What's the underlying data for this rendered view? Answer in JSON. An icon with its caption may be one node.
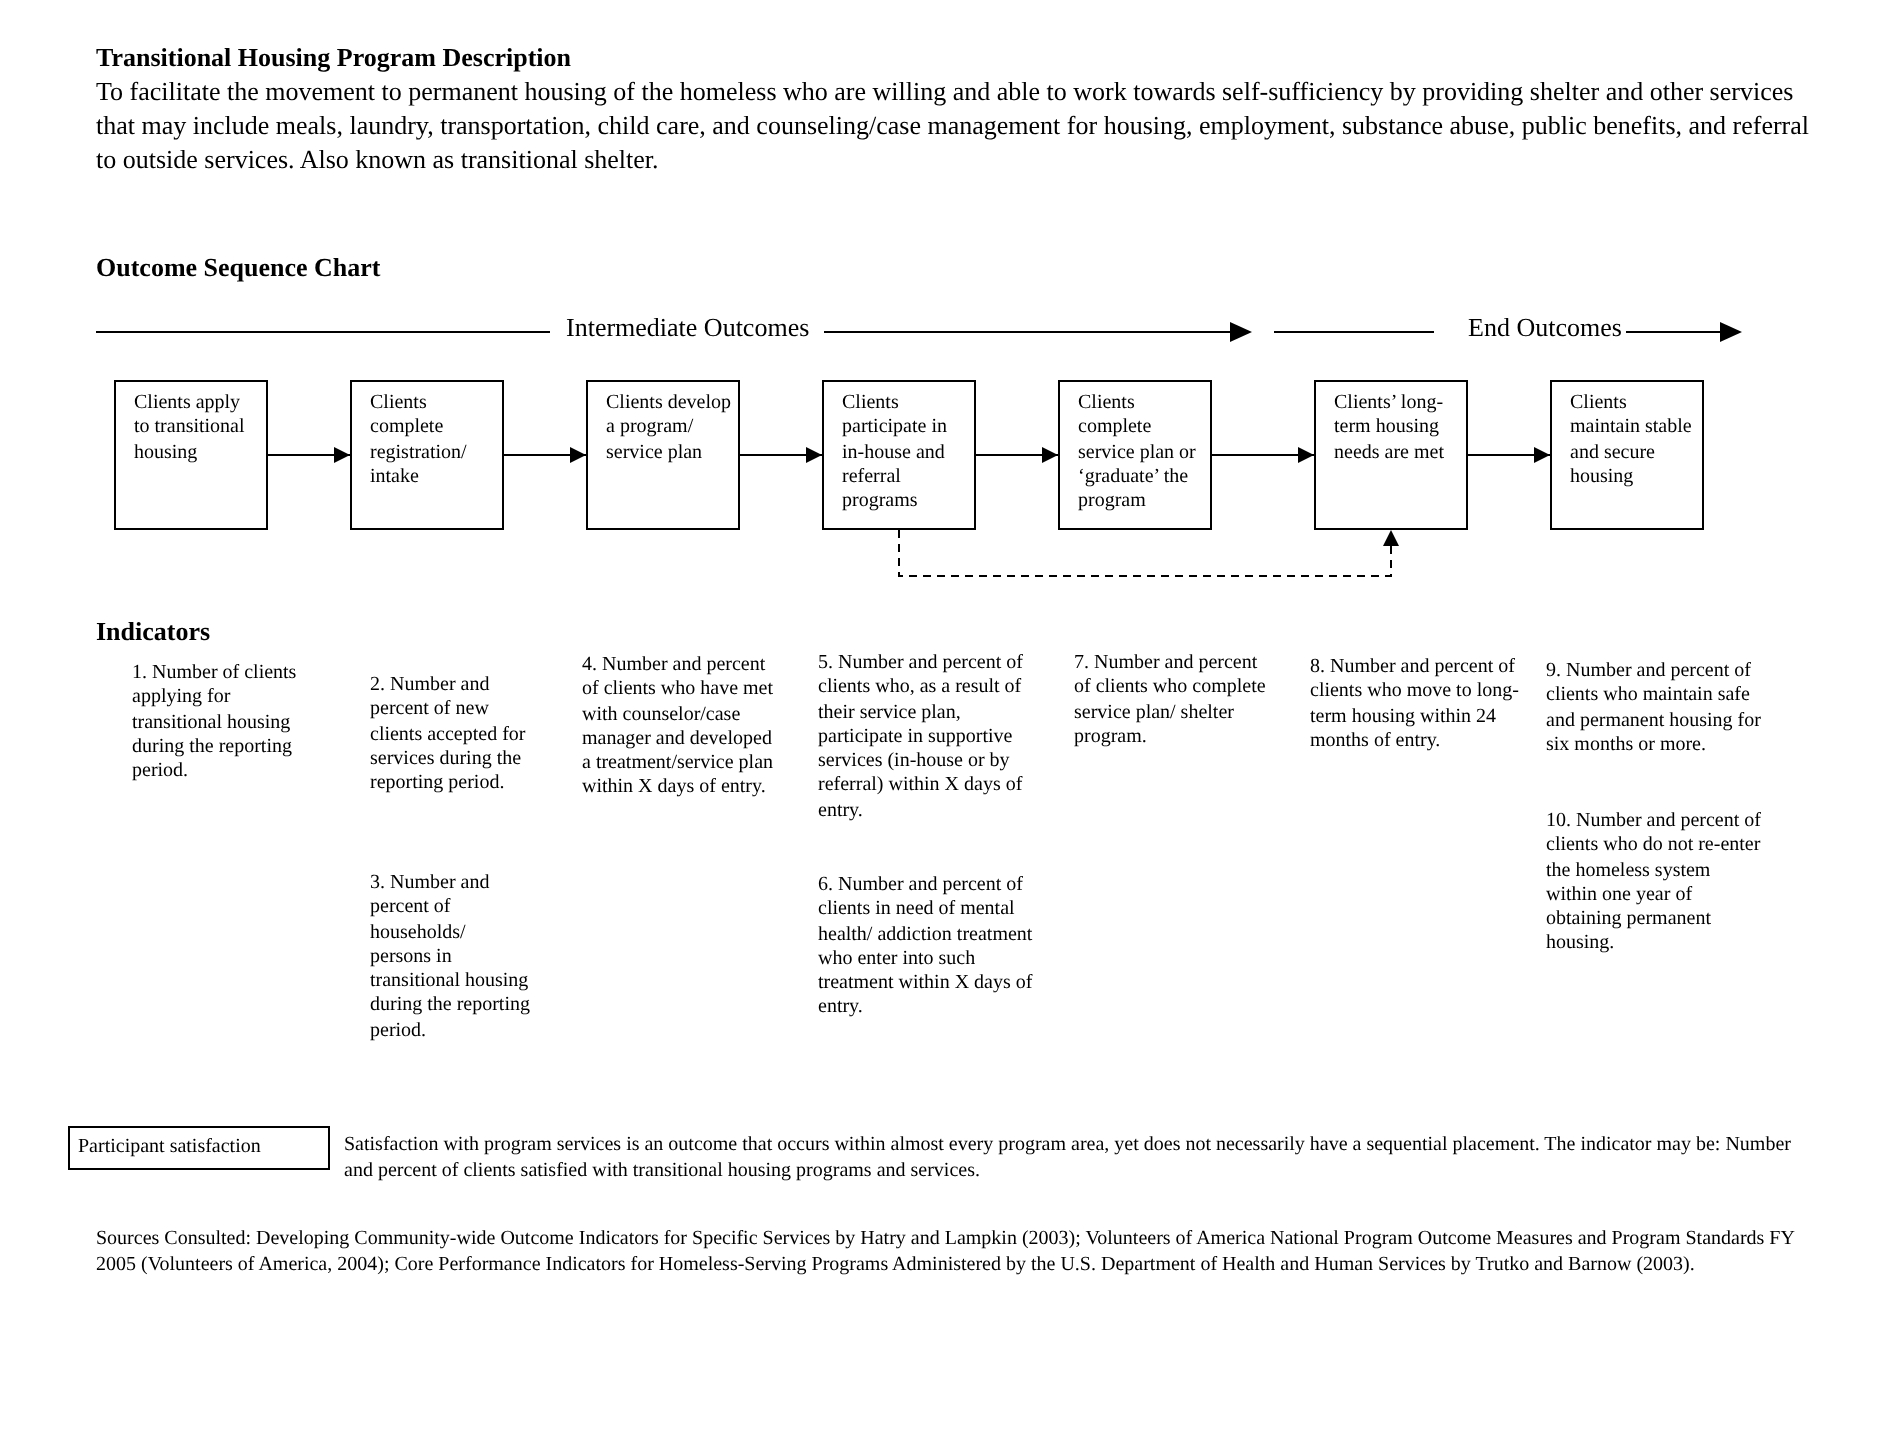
{
  "diagram": {
    "title": "Transitional Housing Program Description",
    "nodes": [
      {
        "text": [
          "Clients apply to transitional housing"
        ]
      },
      {
        "text": [
          "Clients complete registration/ intake"
        ]
      },
      {
        "text": [
          "Clients develop a program/ service plan"
        ]
      },
      {
        "text": [
          "Clients participate in in-house and referral programs"
        ]
      },
      {
        "text": [
          "Clients complete service plan or ‘graduate’ the program"
        ]
      },
      {
        "text": [
          "Clients’ long-term housing needs are met"
        ]
      },
      {
        "text": [
          "Clients maintain stable and secure housing"
        ]
      },
      {
        "text": [
          "Participant satisfaction"
        ]
      }
    ],
    "edges": [
      {
        "from": 0,
        "to": 1,
        "arrow": "to"
      },
      {
        "from": 1,
        "to": 2,
        "arrow": "to"
      },
      {
        "from": 2,
        "to": 3,
        "arrow": "to"
      },
      {
        "from": 3,
        "to": 4,
        "arrow": "to"
      },
      {
        "from": 4,
        "to": 5,
        "arrow": "to"
      },
      {
        "from": 5,
        "to": 6,
        "arrow": "to"
      },
      {
        "from": 3,
        "to": 5,
        "arrow": "to",
        "style": "dashed"
      }
    ],
    "labels": [
      "To facilitate the movement to permanent housing of the homeless who are willing and able to work towards self-sufficiency by providing shelter and other services that may include meals, laundry, transportation, child care, and counseling/case management for housing, employment, substance abuse, public benefits, and referral to outside services.  Also known as transitional shelter.",
      "Outcome Sequence Chart",
      "Intermediate Outcomes",
      "End Outcomes",
      "Indicators",
      "1. Number of clients applying for transitional housing during the reporting period.",
      "2. Number and percent of new clients accepted for services during the reporting period.",
      "3. Number and percent of households/ persons in transitional housing during the reporting period.",
      "4. Number and percent of clients who have met with counselor/case manager and developed a treatment/service plan within X days of entry.",
      "5. Number and percent of clients who, as a result of their service plan, participate in supportive services (in-house or by referral) within X days of entry.",
      "6. Number and percent of clients in need of mental health/ addiction treatment who enter into such treatment within X days of entry.",
      "7. Number and percent of clients who complete service plan/ shelter program.",
      "8. Number and percent of clients who move to long-term housing within 24 months of entry.",
      "9. Number and percent of clients who maintain safe and permanent housing for six months or more.",
      "10. Number and percent of clients who do not re-enter the homeless system within one year of obtaining permanent housing.",
      "Satisfaction with program services is an outcome that occurs within almost every program area, yet does not necessarily have a sequential placement.  The indicator may be:  Number and percent of clients satisfied with transitional housing programs and services.",
      "Sources Consulted: Developing Community-wide Outcome Indicators for Specific Services by Hatry and Lampkin (2003); Volunteers of America National Program Outcome Measures and Program Standards FY 2005 (Volunteers of America, 2004); Core Performance Indicators for Homeless-Serving Programs Administered by the U.S. Department of Health and Human Services by Trutko and Barnow (2003)."
    ]
  }
}
